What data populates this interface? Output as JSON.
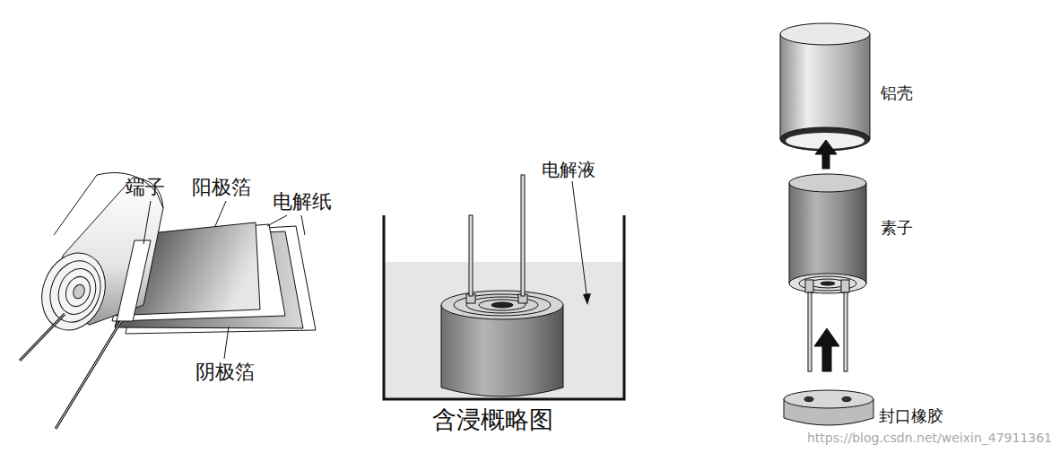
{
  "diagram": {
    "caption": "含浸概略图",
    "labels": [
      "端子",
      "阳极箔",
      "电解纸",
      "阴极箔",
      "电解液",
      "铝壳",
      "素子",
      "封口橡胶",
      "https://blog.csdn.net/weixin_47911361"
    ]
  }
}
